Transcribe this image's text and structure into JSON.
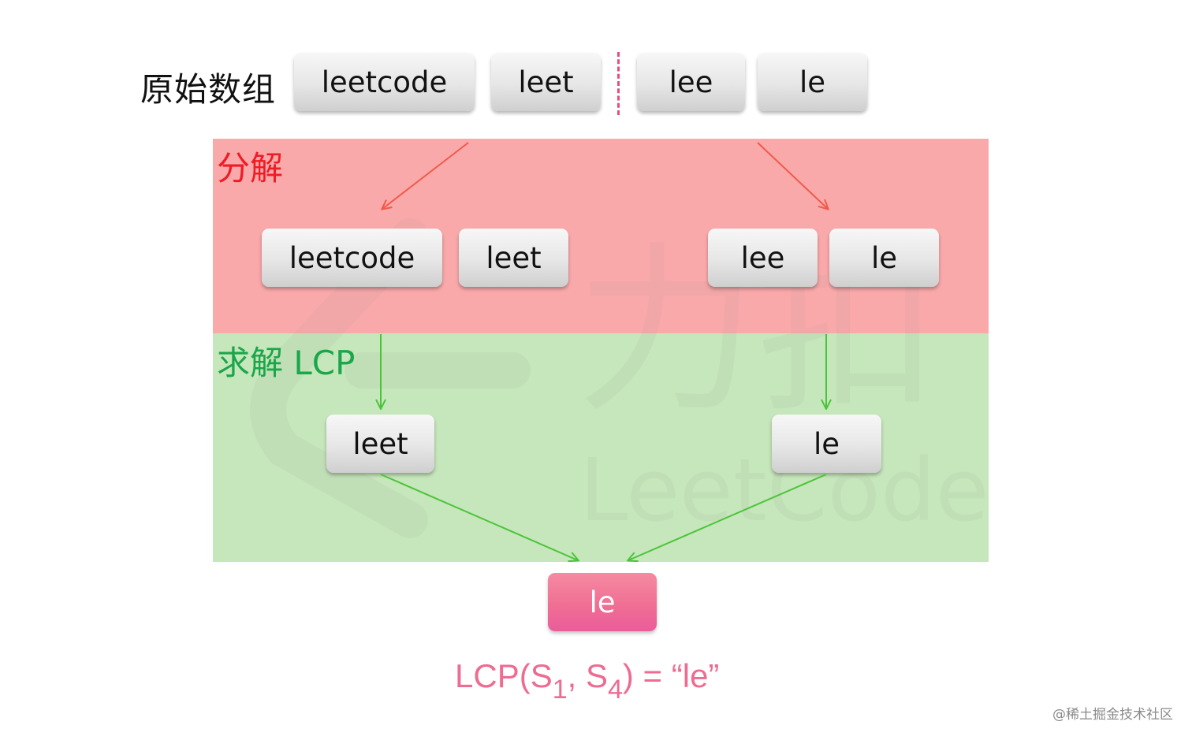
{
  "title": "原始数组",
  "top_row": [
    "leetcode",
    "leet",
    "lee",
    "le"
  ],
  "divide": {
    "label": "分解",
    "left": [
      "leetcode",
      "leet"
    ],
    "right": [
      "lee",
      "le"
    ]
  },
  "solve": {
    "label": "求解 LCP",
    "left": "leet",
    "right": "le"
  },
  "result": "le",
  "formula": {
    "prefix": "LCP(S",
    "sub1": "1",
    "mid": ", S",
    "sub2": "4",
    "suffix": ")  = “le”"
  },
  "watermark": {
    "glyph": "力扣",
    "text": "LeetCode"
  },
  "credit": "@稀土掘金技术社区",
  "colors": {
    "divide_zone": "#f9a9aa",
    "solve_zone": "#c6e6bb",
    "divide_label": "#ee1c25",
    "solve_label": "#1aa64a",
    "red_arrow": "#ef5a4a",
    "green_arrow": "#4cc43a",
    "result_box": "#f06f94",
    "formula": "#ee6c92"
  }
}
